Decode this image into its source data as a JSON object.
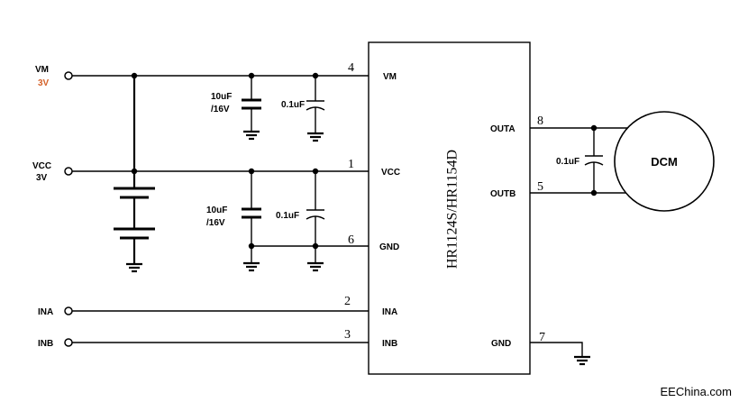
{
  "inputs": {
    "vm": {
      "name": "VM",
      "voltage": "3V"
    },
    "vcc": {
      "name": "VCC",
      "voltage": "3V"
    },
    "ina": {
      "name": "INA"
    },
    "inb": {
      "name": "INB"
    }
  },
  "capacitors": {
    "vm_bulk": {
      "line1": "10uF",
      "line2": "/16V"
    },
    "vm_decoup": "0.1uF",
    "vcc_bulk": {
      "line1": "10uF",
      "line2": "/16V"
    },
    "vcc_decoup": "0.1uF",
    "motor": "0.1uF"
  },
  "chip": {
    "part_number": "HR1124S/HR1154D",
    "pins_left": [
      {
        "number": "4",
        "name": "VM"
      },
      {
        "number": "1",
        "name": "VCC"
      },
      {
        "number": "6",
        "name": "GND"
      },
      {
        "number": "2",
        "name": "INA"
      },
      {
        "number": "3",
        "name": "INB"
      }
    ],
    "pins_right": [
      {
        "number": "8",
        "name": "OUTA"
      },
      {
        "number": "5",
        "name": "OUTB"
      },
      {
        "number": "7",
        "name": "GND"
      }
    ]
  },
  "motor": {
    "label": "DCM"
  },
  "watermark": "EEChina.com"
}
